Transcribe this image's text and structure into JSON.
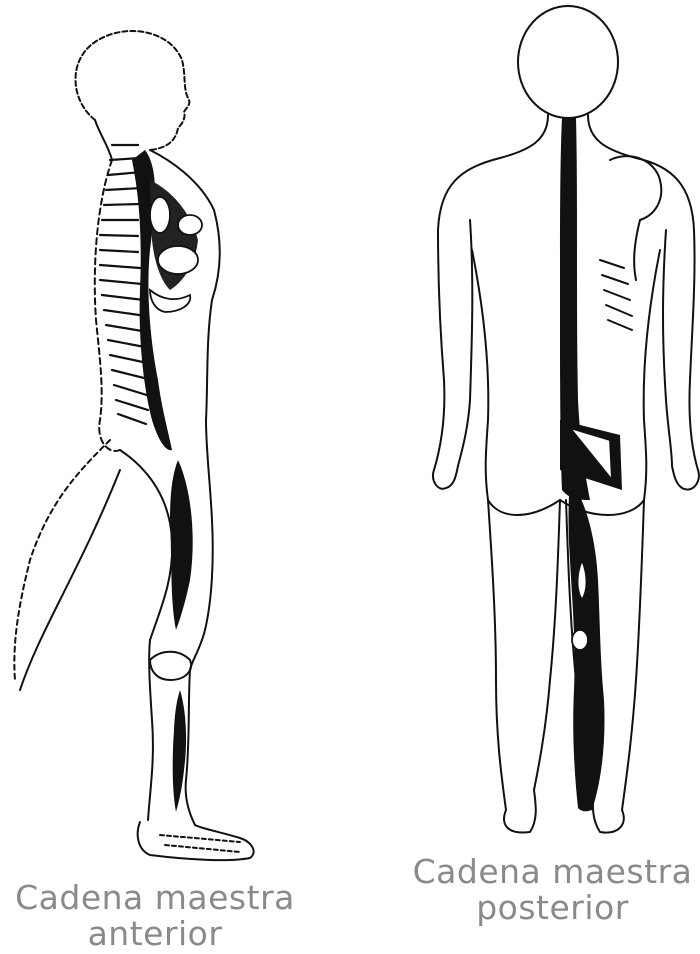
{
  "captions": {
    "anterior": {
      "line1": "Cadena maestra",
      "line2": "anterior"
    },
    "posterior": {
      "line1": "Cadena maestra",
      "line2": "posterior"
    }
  },
  "colors": {
    "ink": "#111111",
    "caption": "#8a8a8a",
    "background": "#ffffff"
  }
}
